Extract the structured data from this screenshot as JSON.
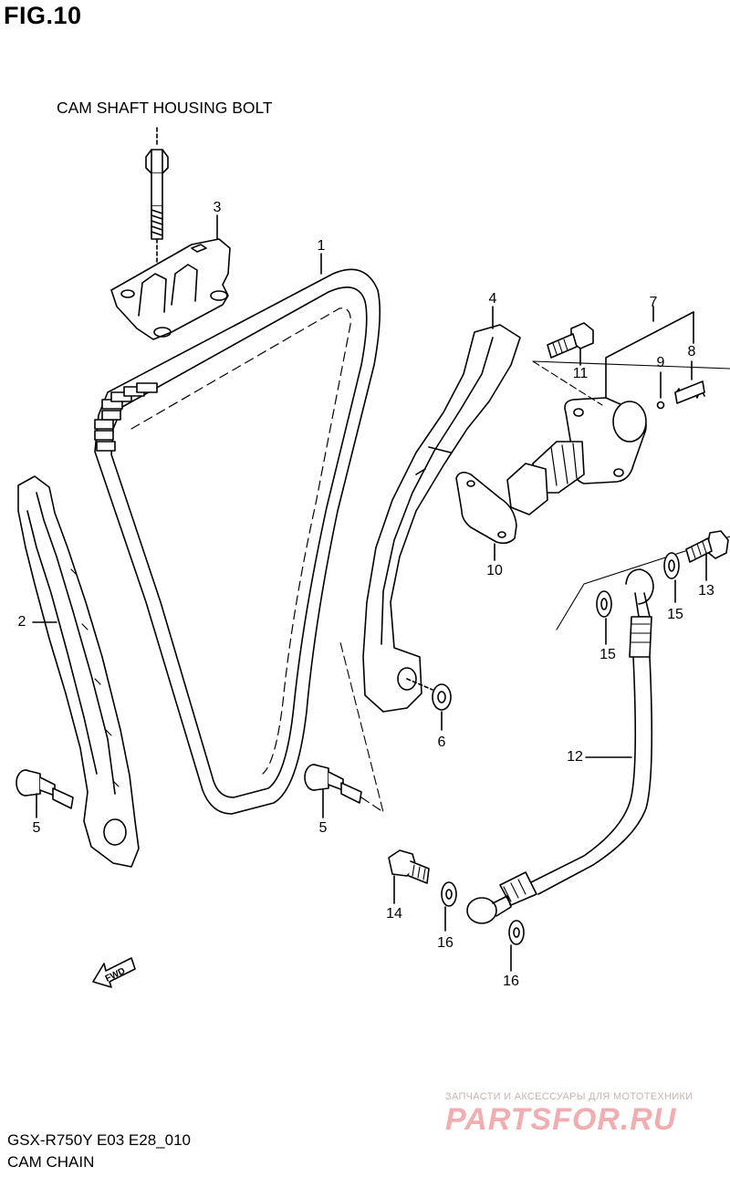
{
  "figure_title": "FIG.10",
  "housing_bolt_label": "CAM SHAFT HOUSING BOLT",
  "callouts": {
    "c1": "1",
    "c2": "2",
    "c3": "3",
    "c4": "4",
    "c5a": "5",
    "c5b": "5",
    "c6": "6",
    "c7": "7",
    "c8": "8",
    "c9": "9",
    "c10": "10",
    "c11": "11",
    "c12": "12",
    "c13": "13",
    "c14": "14",
    "c15a": "15",
    "c15b": "15",
    "c16a": "16",
    "c16b": "16"
  },
  "fwd_marker": "FWD",
  "footer": {
    "model_code": "GSX-R750Y E03 E28_010",
    "section_name": "CAM CHAIN"
  },
  "watermark": {
    "subtitle": "ЗАПЧАСТИ И АКСЕССУАРЫ ДЛЯ МОТОТЕХНИКИ",
    "logo_text": "PARTSFOR.RU",
    "color": "#d8141c"
  }
}
